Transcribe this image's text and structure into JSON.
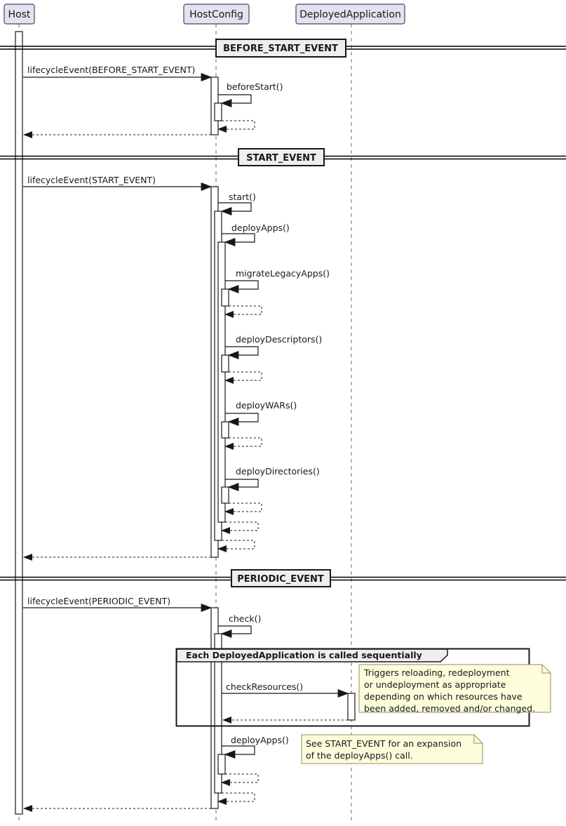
{
  "participants": {
    "host": "Host",
    "host_config": "HostConfig",
    "deployed_application": "DeployedApplication"
  },
  "dividers": {
    "before_start": "BEFORE_START_EVENT",
    "start": "START_EVENT",
    "periodic": "PERIODIC_EVENT"
  },
  "messages": {
    "lifecycle_before_start": "lifecycleEvent(BEFORE_START_EVENT)",
    "before_start": "beforeStart()",
    "lifecycle_start": "lifecycleEvent(START_EVENT)",
    "start": "start()",
    "deploy_apps": "deployApps()",
    "migrate_legacy_apps": "migrateLegacyApps()",
    "deploy_descriptors": "deployDescriptors()",
    "deploy_wars": "deployWARs()",
    "deploy_directories": "deployDirectories()",
    "lifecycle_periodic": "lifecycleEvent(PERIODIC_EVENT)",
    "check": "check()",
    "check_resources": "checkResources()",
    "deploy_apps_periodic": "deployApps()"
  },
  "group": {
    "label": "Each DeployedApplication is called sequentially"
  },
  "notes": {
    "check_resources": {
      "line1": "Triggers reloading, redeployment",
      "line2": "or undeployment as appropriate",
      "line3": "depending on which resources have",
      "line4": "been added, removed and/or changed."
    },
    "deploy_apps": {
      "line1": "See START_EVENT for an expansion",
      "line2": "of the deployApps() call."
    }
  },
  "colors": {
    "participant_fill": "#E2E2F0",
    "divider_fill": "#EEEEEE",
    "group_header_fill": "#EEEEEE",
    "note_fill": "#FDFDDC",
    "note_border": "#8F8F5F",
    "line_color": "#181818",
    "lifeline_color": "#6B6B6B"
  }
}
